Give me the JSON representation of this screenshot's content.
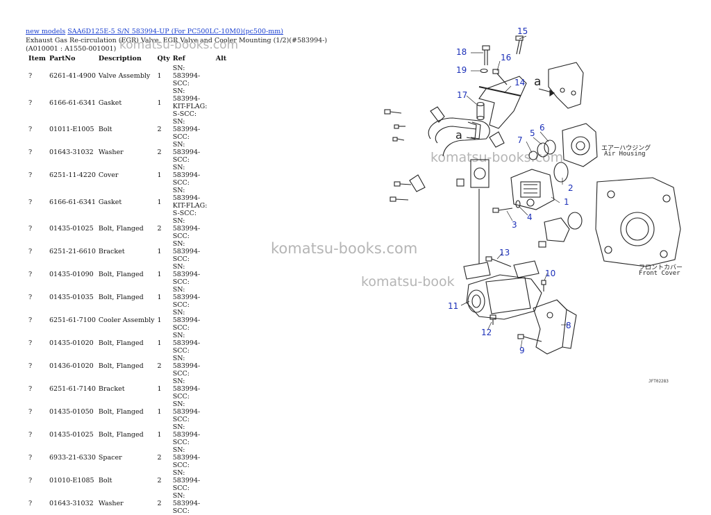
{
  "header": {
    "link_models": "new models",
    "link_model": "SAA6D125E-5 S/N 583994-UP (For PC500LC-10M0)(pc500-mm)",
    "title": "Exhaust Gas Re-circulation (EGR) Valve, EGR Valve and Cooler Mounting (1/2)(#583994-)(A010001 : A1550-001001)"
  },
  "table": {
    "columns": [
      "Item",
      "PartNo",
      "Description",
      "Qty",
      "Ref",
      "Alt"
    ],
    "rows": [
      {
        "item": "?",
        "partno": "6261-41-4900",
        "desc": "Valve Assembly",
        "qty": "1",
        "ref": "SN: 583994-SCC:"
      },
      {
        "item": "?",
        "partno": "6166-61-6341",
        "desc": "Gasket",
        "qty": "1",
        "ref": "SN: 583994-KIT-FLAG: S-SCC:"
      },
      {
        "item": "?",
        "partno": "01011-E1005",
        "desc": "Bolt",
        "qty": "2",
        "ref": "SN: 583994-SCC:"
      },
      {
        "item": "?",
        "partno": "01643-31032",
        "desc": "Washer",
        "qty": "2",
        "ref": "SN: 583994-SCC:"
      },
      {
        "item": "?",
        "partno": "6251-11-4220",
        "desc": "Cover",
        "qty": "1",
        "ref": "SN: 583994-SCC:"
      },
      {
        "item": "?",
        "partno": "6166-61-6341",
        "desc": "Gasket",
        "qty": "1",
        "ref": "SN: 583994-KIT-FLAG: S-SCC:"
      },
      {
        "item": "?",
        "partno": "01435-01025",
        "desc": "Bolt, Flanged",
        "qty": "2",
        "ref": "SN: 583994-SCC:"
      },
      {
        "item": "?",
        "partno": "6251-21-6610",
        "desc": "Bracket",
        "qty": "1",
        "ref": "SN: 583994-SCC:"
      },
      {
        "item": "?",
        "partno": "01435-01090",
        "desc": "Bolt, Flanged",
        "qty": "1",
        "ref": "SN: 583994-SCC:"
      },
      {
        "item": "?",
        "partno": "01435-01035",
        "desc": "Bolt, Flanged",
        "qty": "1",
        "ref": "SN: 583994-SCC:"
      },
      {
        "item": "?",
        "partno": "6251-61-7100",
        "desc": "Cooler Assembly",
        "qty": "1",
        "ref": "SN: 583994-SCC:"
      },
      {
        "item": "?",
        "partno": "01435-01020",
        "desc": "Bolt, Flanged",
        "qty": "1",
        "ref": "SN: 583994-SCC:"
      },
      {
        "item": "?",
        "partno": "01436-01020",
        "desc": "Bolt, Flanged",
        "qty": "2",
        "ref": "SN: 583994-SCC:"
      },
      {
        "item": "?",
        "partno": "6251-61-7140",
        "desc": "Bracket",
        "qty": "1",
        "ref": "SN: 583994-SCC:"
      },
      {
        "item": "?",
        "partno": "01435-01050",
        "desc": "Bolt, Flanged",
        "qty": "1",
        "ref": "SN: 583994-SCC:"
      },
      {
        "item": "?",
        "partno": "01435-01025",
        "desc": "Bolt, Flanged",
        "qty": "1",
        "ref": "SN: 583994-SCC:"
      },
      {
        "item": "?",
        "partno": "6933-21-6330",
        "desc": "Spacer",
        "qty": "2",
        "ref": "SN: 583994-SCC:"
      },
      {
        "item": "?",
        "partno": "01010-E1085",
        "desc": "Bolt",
        "qty": "2",
        "ref": "SN: 583994-SCC:"
      },
      {
        "item": "?",
        "partno": "01643-31032",
        "desc": "Washer",
        "qty": "2",
        "ref": "SN: 583994-SCC:"
      }
    ]
  },
  "watermark": "komatsu-books.com",
  "watermark_partial": "komatsu-book",
  "diagram": {
    "callouts": [
      "1",
      "2",
      "3",
      "4",
      "5",
      "6",
      "7",
      "8",
      "9",
      "10",
      "11",
      "12",
      "13",
      "14",
      "15",
      "16",
      "17",
      "18",
      "19"
    ],
    "view_letter": "a",
    "air_housing_jp": "エアーハウジング",
    "air_housing_en": "Air Housing",
    "front_cover_jp": "フロントカバー",
    "front_cover_en": "Front Cover",
    "drawing_code": "JFT02283"
  },
  "colors": {
    "link": "#1a3fd0",
    "callout": "#1b2fb8",
    "watermark": "#b5b5b5"
  }
}
